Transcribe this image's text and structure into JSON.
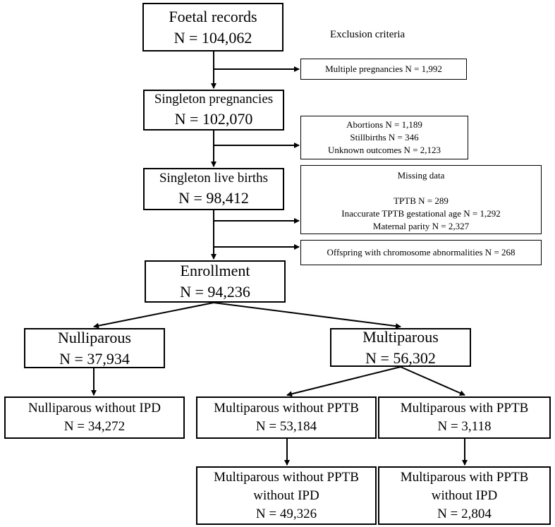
{
  "exclusion_title": "Exclusion criteria",
  "foetal": {
    "title": "Foetal records",
    "n": "N = 104,062"
  },
  "multiple": {
    "text": "Multiple pregnancies N = 1,992"
  },
  "singleton_preg": {
    "title": "Singleton pregnancies",
    "n": "N = 102,070"
  },
  "excl2": {
    "line1": "Abortions N = 1,189",
    "line2": "Stillbirths N = 346",
    "line3": "Unknown outcomes N = 2,123"
  },
  "singleton_live": {
    "title": "Singleton live births",
    "n": "N = 98,412"
  },
  "missing": {
    "title": "Missing data",
    "line1": "TPTB N = 289",
    "line2": "Inaccurate TPTB gestational age N = 1,292",
    "line3": "Maternal parity N = 2,327"
  },
  "chromo": {
    "text": "Offspring with chromosome abnormalities N = 268"
  },
  "enrollment": {
    "title": "Enrollment",
    "n": "N = 94,236"
  },
  "nulliparous": {
    "title": "Nulliparous",
    "n": "N = 37,934"
  },
  "multiparous": {
    "title": "Multiparous",
    "n": "N = 56,302"
  },
  "nulli_no_ipd": {
    "title": "Nulliparous without IPD",
    "n": "N = 34,272"
  },
  "multi_no_pptb": {
    "title": "Multiparous without PPTB",
    "n": "N = 53,184"
  },
  "multi_pptb": {
    "title": "Multiparous with PPTB",
    "n": "N = 3,118"
  },
  "multi_no_pptb_no_ipd": {
    "line1": "Multiparous without PPTB",
    "line2": "without IPD",
    "n": "N = 49,326"
  },
  "multi_pptb_no_ipd": {
    "line1": "Multiparous with PPTB",
    "line2": "without IPD",
    "n": "N = 2,804"
  }
}
